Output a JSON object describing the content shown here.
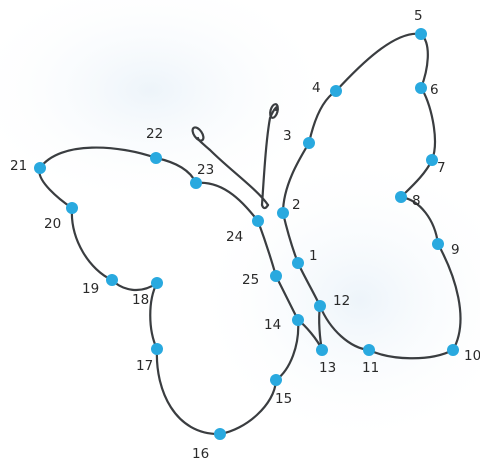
{
  "points": [
    {
      "n": "1"
    },
    {
      "n": "2"
    },
    {
      "n": "3"
    },
    {
      "n": "4"
    },
    {
      "n": "5"
    },
    {
      "n": "6"
    },
    {
      "n": "7"
    },
    {
      "n": "8"
    },
    {
      "n": "9"
    },
    {
      "n": "10"
    },
    {
      "n": "11"
    },
    {
      "n": "12"
    },
    {
      "n": "13"
    },
    {
      "n": "14"
    },
    {
      "n": "15"
    },
    {
      "n": "16"
    },
    {
      "n": "17"
    },
    {
      "n": "18"
    },
    {
      "n": "19"
    },
    {
      "n": "20"
    },
    {
      "n": "21"
    },
    {
      "n": "22"
    },
    {
      "n": "23"
    },
    {
      "n": "24"
    },
    {
      "n": "25"
    }
  ],
  "colors": {
    "dot": "#29a9df",
    "line": "#3a3d40",
    "background_wash": "#f0f6fb"
  }
}
